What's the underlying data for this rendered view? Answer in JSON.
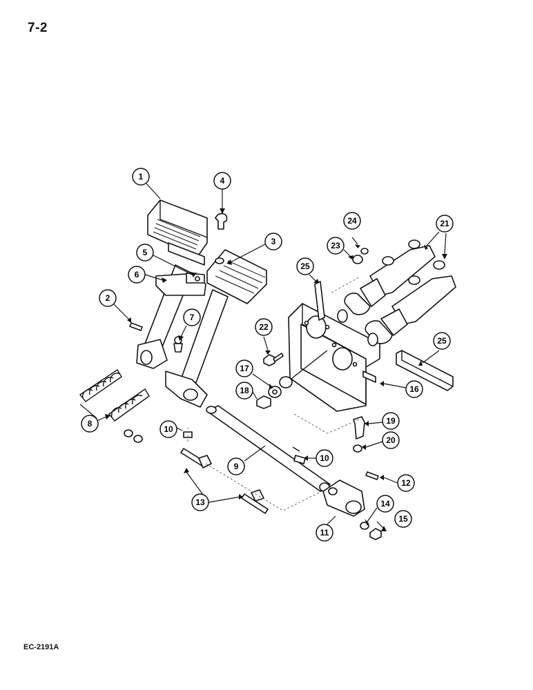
{
  "page": {
    "page_number": "7-2",
    "figure_code": "EC-2191A"
  },
  "callouts": [
    {
      "id": "c1",
      "label": "1"
    },
    {
      "id": "c2",
      "label": "2"
    },
    {
      "id": "c3",
      "label": "3"
    },
    {
      "id": "c4",
      "label": "4"
    },
    {
      "id": "c5",
      "label": "5"
    },
    {
      "id": "c6",
      "label": "6"
    },
    {
      "id": "c7",
      "label": "7"
    },
    {
      "id": "c8",
      "label": "8"
    },
    {
      "id": "c9",
      "label": "9"
    },
    {
      "id": "c10a",
      "label": "10"
    },
    {
      "id": "c10b",
      "label": "10"
    },
    {
      "id": "c11",
      "label": "11"
    },
    {
      "id": "c12",
      "label": "12"
    },
    {
      "id": "c13",
      "label": "13"
    },
    {
      "id": "c14",
      "label": "14"
    },
    {
      "id": "c15",
      "label": "15"
    },
    {
      "id": "c16",
      "label": "16"
    },
    {
      "id": "c17",
      "label": "17"
    },
    {
      "id": "c18",
      "label": "18"
    },
    {
      "id": "c19",
      "label": "19"
    },
    {
      "id": "c20",
      "label": "20"
    },
    {
      "id": "c21",
      "label": "21"
    },
    {
      "id": "c22",
      "label": "22"
    },
    {
      "id": "c23",
      "label": "23"
    },
    {
      "id": "c24",
      "label": "24"
    },
    {
      "id": "c25a",
      "label": "25"
    },
    {
      "id": "c25b",
      "label": "25"
    }
  ]
}
